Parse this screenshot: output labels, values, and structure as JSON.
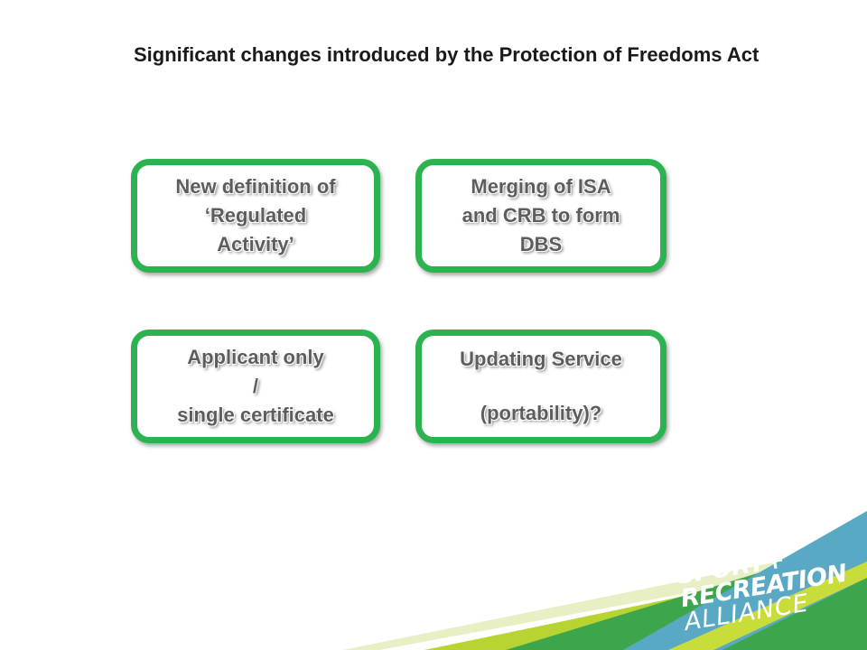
{
  "slide": {
    "title": "Significant changes introduced by the Protection of Freedoms Act",
    "boxes": [
      {
        "text": "New definition of\n‘Regulated\nActivity’"
      },
      {
        "text": "Merging of ISA\nand CRB to form\nDBS"
      },
      {
        "text": "Applicant only\n/\nsingle certificate"
      },
      {
        "text": "Updating Service\n\n(portability)?"
      }
    ]
  },
  "logo": {
    "line1": "SPORT+",
    "line2": "RECREATION",
    "line3": "ALLIANCE"
  },
  "colors": {
    "box_border": "#2bb34f",
    "box_text": "#5d5d5d",
    "stripe_blue": "#5aa9c4",
    "stripe_green": "#3ea64a",
    "stripe_lime": "#b8d432",
    "stripe_light": "#e9efc4"
  }
}
